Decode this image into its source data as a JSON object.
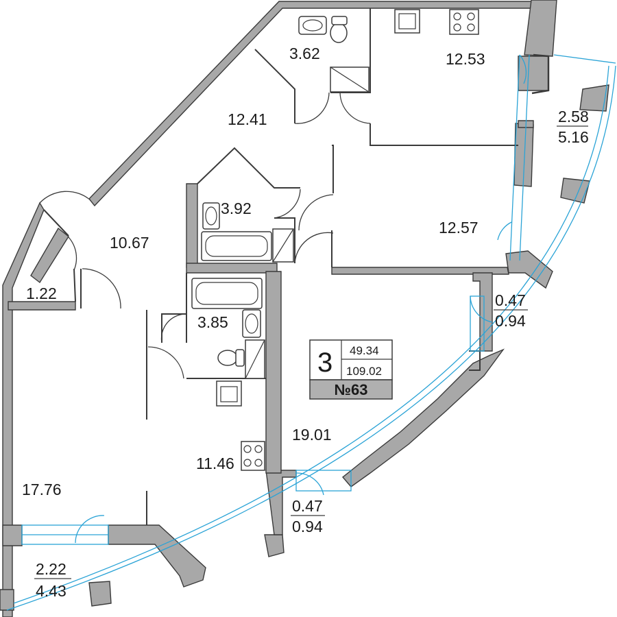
{
  "apartment": {
    "rooms_count": "3",
    "living_area": "49.34",
    "total_area": "109.02",
    "number_label": "№63"
  },
  "rooms": {
    "bathroom_top": "3.62",
    "kitchen_top": "12.53",
    "corridor_top": "12.41",
    "bathroom_mid": "3.92",
    "bedroom_right": "12.57",
    "hall": "10.67",
    "closet": "1.22",
    "bathroom_lower": "3.85",
    "kitchen_lower": "11.46",
    "living_large": "19.01",
    "bedroom_left": "17.76"
  },
  "balconies": {
    "top_right": {
      "area": "2.58",
      "reduced": "5.16"
    },
    "mid_right": {
      "area": "0.47",
      "reduced": "0.94"
    },
    "bottom_mid": {
      "area": "0.47",
      "reduced": "0.94"
    },
    "bottom_left": {
      "area": "2.22",
      "reduced": "4.43"
    }
  },
  "colors": {
    "wall_fill": "#a8a8a8",
    "line": "#3a3a3a",
    "glazing": "#2aa3d6",
    "badge_fill": "#b0b0b0"
  }
}
